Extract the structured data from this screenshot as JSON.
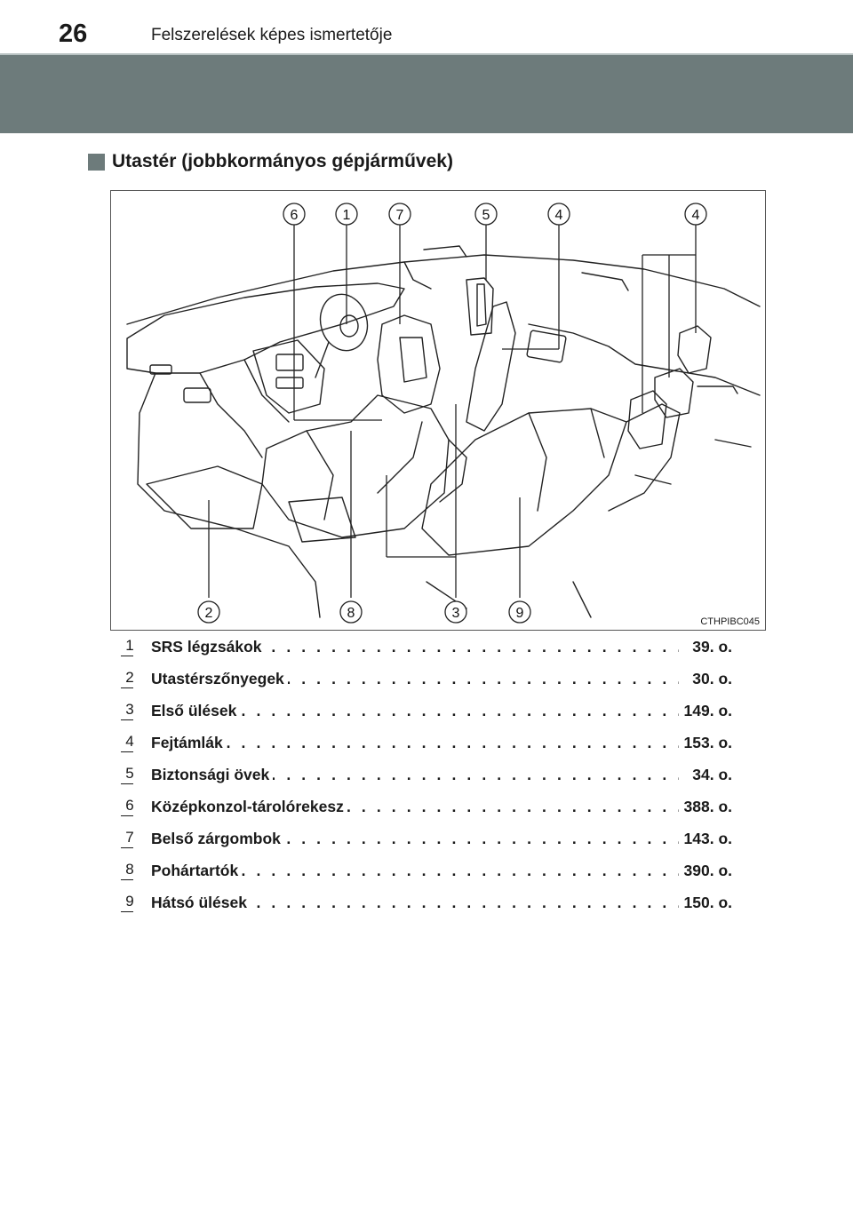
{
  "header": {
    "page_number": "26",
    "title": "Felszerelések képes ismertetője"
  },
  "section": {
    "title": "Utastér (jobbkormányos gépjárművek)"
  },
  "figure": {
    "code": "CTHPIBC045",
    "callouts_top": [
      "6",
      "1",
      "7",
      "5",
      "4",
      "4"
    ],
    "callouts_bottom": [
      "2",
      "8",
      "3",
      "9"
    ]
  },
  "items": [
    {
      "num": "1",
      "label": "SRS légzsákok",
      "page": "39. o."
    },
    {
      "num": "2",
      "label": "Utastérszőnyegek",
      "page": "30. o."
    },
    {
      "num": "3",
      "label": "Első ülések",
      "page": "149. o."
    },
    {
      "num": "4",
      "label": "Fejtámlák",
      "page": "153. o."
    },
    {
      "num": "5",
      "label": "Biztonsági övek",
      "page": "34. o."
    },
    {
      "num": "6",
      "label": "Középkonzol-tárolórekesz",
      "page": "388. o."
    },
    {
      "num": "7",
      "label": "Belső zárgombok",
      "page": "143. o."
    },
    {
      "num": "8",
      "label": "Pohártartók",
      "page": "390. o."
    },
    {
      "num": "9",
      "label": "Hátsó ülések",
      "page": "150. o."
    }
  ]
}
